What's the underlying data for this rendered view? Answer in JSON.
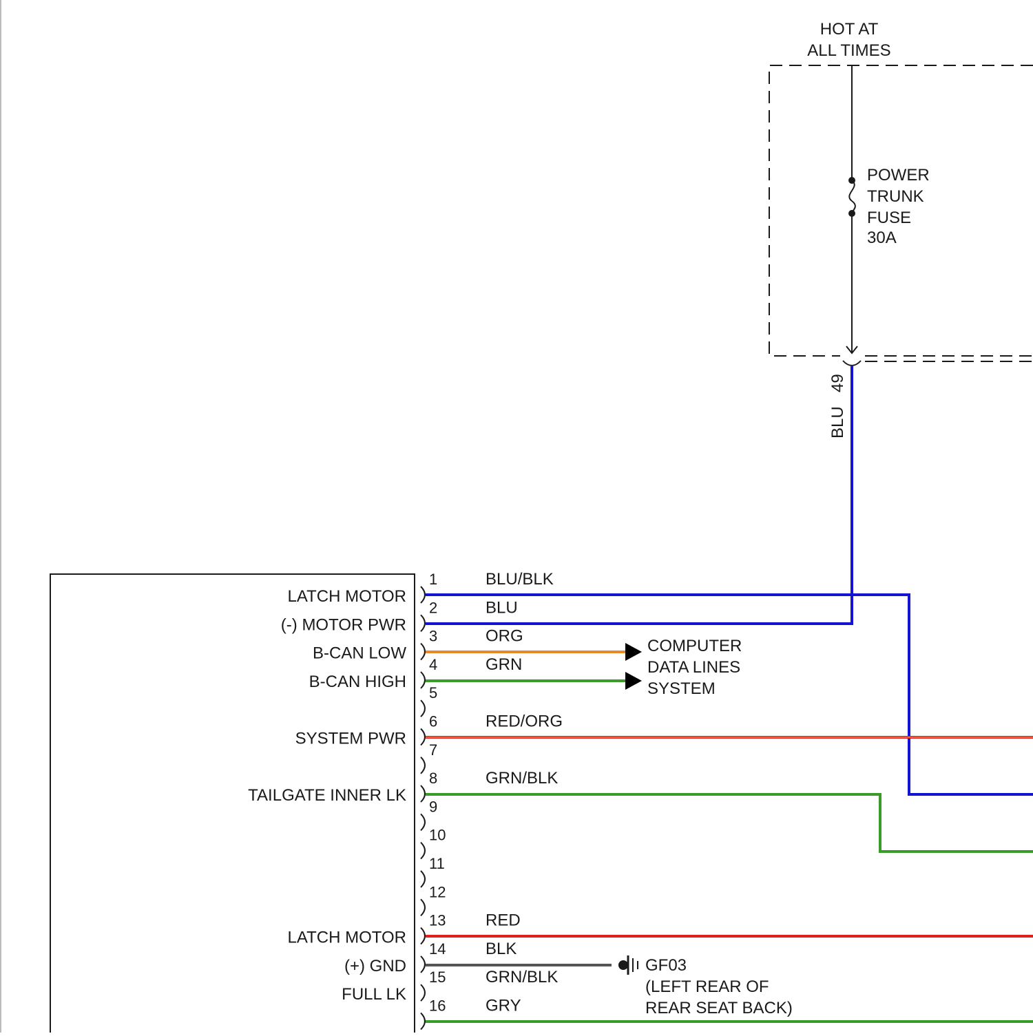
{
  "power_source": {
    "hot_label_line1": "HOT AT",
    "hot_label_line2": "ALL TIMES",
    "fuse_label_lines": [
      "POWER",
      "TRUNK",
      "FUSE",
      "30A"
    ],
    "feed_wire_color": "BLU",
    "feed_pin": "49"
  },
  "module": {
    "pin_labels": [
      {
        "pin": "1",
        "function": "LATCH MOTOR",
        "wire_color": "BLU/BLK"
      },
      {
        "pin": "2",
        "function": "(-) MOTOR PWR",
        "wire_color": "BLU"
      },
      {
        "pin": "3",
        "function": "B-CAN LOW",
        "wire_color": "ORG"
      },
      {
        "pin": "4",
        "function": "B-CAN HIGH",
        "wire_color": "GRN"
      },
      {
        "pin": "5",
        "function": "",
        "wire_color": ""
      },
      {
        "pin": "6",
        "function": "SYSTEM PWR",
        "wire_color": "RED/ORG"
      },
      {
        "pin": "7",
        "function": "",
        "wire_color": ""
      },
      {
        "pin": "8",
        "function": "TAILGATE INNER LK",
        "wire_color": "GRN/BLK"
      },
      {
        "pin": "9",
        "function": "",
        "wire_color": ""
      },
      {
        "pin": "10",
        "function": "",
        "wire_color": ""
      },
      {
        "pin": "11",
        "function": "",
        "wire_color": ""
      },
      {
        "pin": "12",
        "function": "",
        "wire_color": ""
      },
      {
        "pin": "13",
        "function": "LATCH MOTOR",
        "wire_color": "RED"
      },
      {
        "pin": "14",
        "function": "(+) GND",
        "wire_color": "BLK"
      },
      {
        "pin": "15",
        "function": "FULL LK",
        "wire_color": "GRN/BLK"
      },
      {
        "pin": "16",
        "function": "",
        "wire_color": "GRY"
      }
    ]
  },
  "data_lines": {
    "label_lines": [
      "COMPUTER",
      "DATA LINES",
      "SYSTEM"
    ]
  },
  "ground": {
    "id": "GF03",
    "location_line1": "(LEFT REAR OF",
    "location_line2": "REAR SEAT BACK)"
  },
  "wire_colors": {
    "blue": "#1414d2",
    "orange": "#e8882a",
    "green": "#3a9a2a",
    "red": "#e02020",
    "black_wire": "#555555",
    "line": "#1a1a1a"
  }
}
